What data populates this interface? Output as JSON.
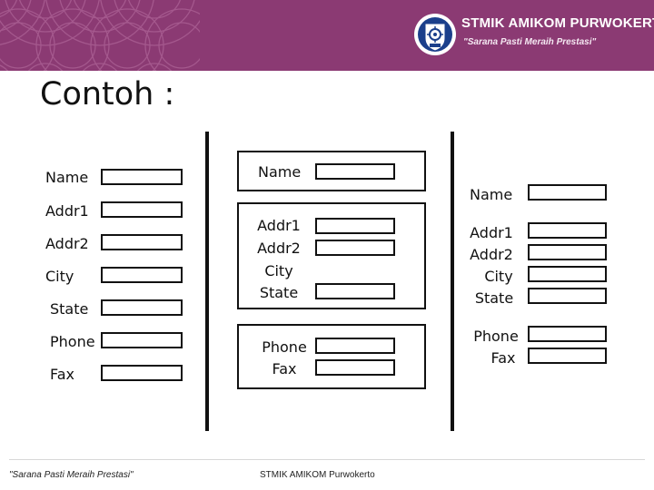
{
  "header": {
    "brand_title": "STMIK AMIKOM PURWOKERTO",
    "brand_tagline": "\"Sarana Pasti Meraih Prestasi\"",
    "color": "#8b3a73"
  },
  "slide": {
    "title": "Contoh :"
  },
  "layout1": {
    "labels": [
      "Name",
      "Addr1",
      "Addr2",
      "City",
      "State",
      "Phone",
      "Fax"
    ]
  },
  "layout2": {
    "group1": [
      "Name"
    ],
    "group2": [
      "Addr1",
      "Addr2",
      "City",
      "State"
    ],
    "group3": [
      "Phone",
      "Fax"
    ]
  },
  "layout3": {
    "labels": [
      "Name",
      "Addr1",
      "Addr2",
      "City",
      "State",
      "Phone",
      "Fax"
    ]
  },
  "footer": {
    "tagline": "\"Sarana Pasti Meraih Prestasi\"",
    "institution": "STMIK AMIKOM Purwokerto"
  }
}
